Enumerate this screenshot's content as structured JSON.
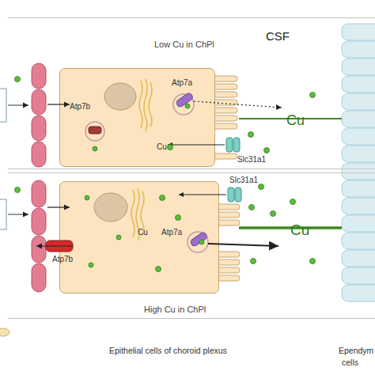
{
  "diagram": {
    "nodes": [
      {
        "text": [
          "Low Cu in ChPl"
        ]
      },
      {
        "text": [
          "Atp7a",
          "Atp7b",
          "Cu"
        ],
        "in": 0
      },
      {
        "text": [
          "High Cu in ChPl"
        ]
      },
      {
        "text": [
          "Cu",
          "Atp7a"
        ],
        "in": 2
      }
    ],
    "labels": [
      "CSF",
      "Cu",
      "Slc31a1",
      "Slc31a1",
      "Cu",
      "Atp7b",
      "Epithelial cells of choroid plexus",
      "Ependym",
      "cells"
    ]
  }
}
